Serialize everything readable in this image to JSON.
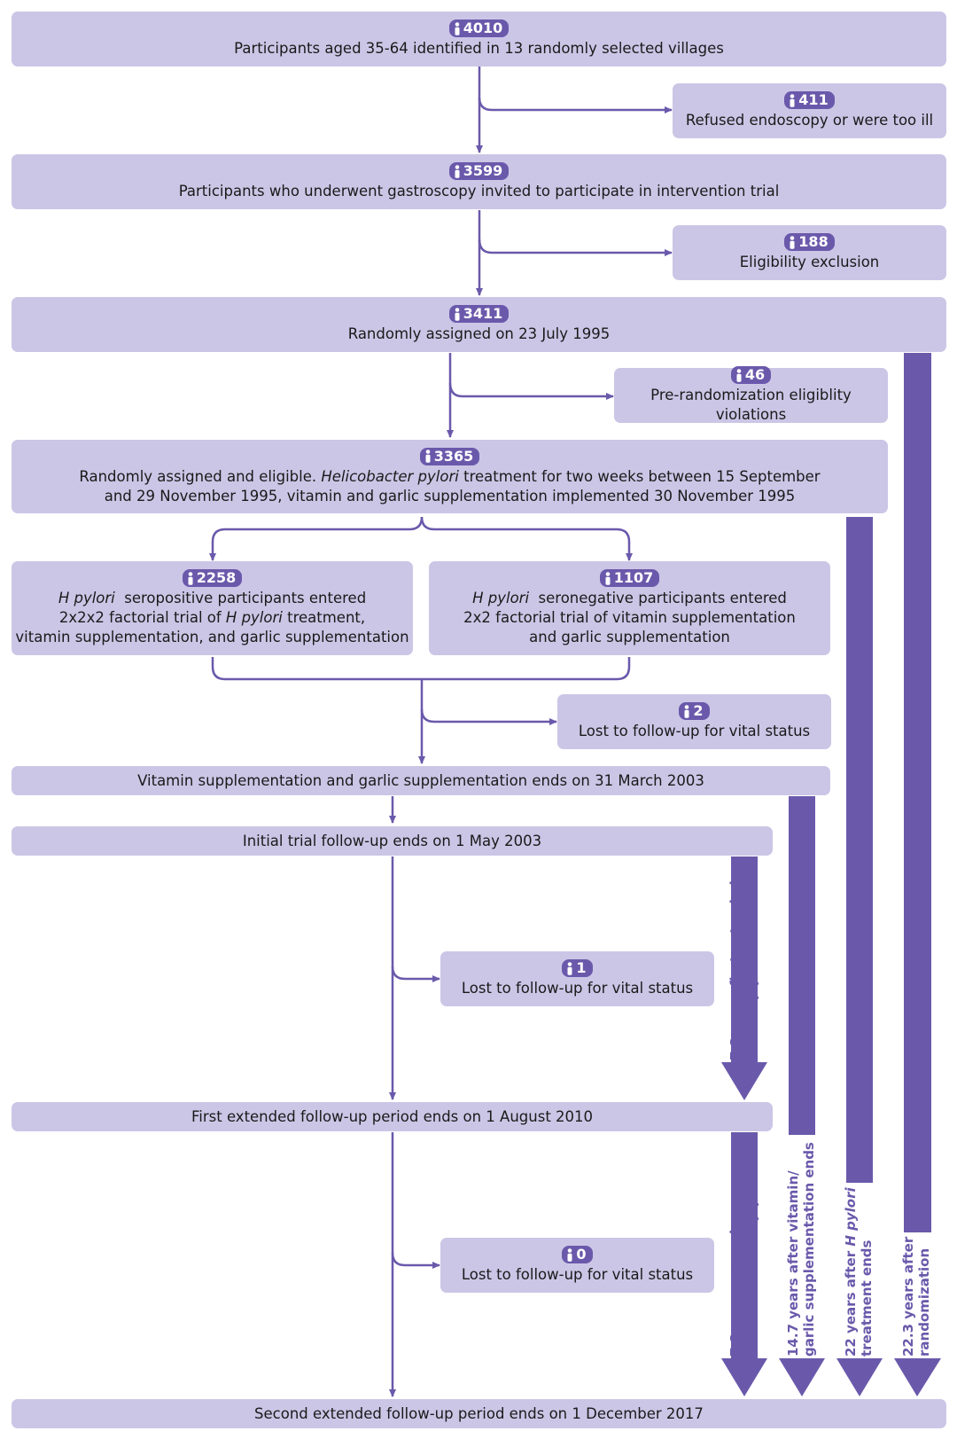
{
  "boxes": {
    "b1": {
      "count": "4010",
      "text": "Participants aged 35-64 identified in 13 randomly selected villages"
    },
    "b2": {
      "count": "411",
      "text": "Refused endoscopy or were too ill"
    },
    "b3": {
      "count": "3599",
      "text": "Participants who underwent gastroscopy invited to participate in intervention trial"
    },
    "b4": {
      "count": "188",
      "text": "Eligibility exclusion"
    },
    "b5": {
      "count": "3411",
      "text": "Randomly assigned on 23 July 1995"
    },
    "b6": {
      "count": "46",
      "text": "Pre-randomization eligiblity violations"
    },
    "b7": {
      "count": "3365",
      "line1_a": "Randomly assigned and eligible. ",
      "line1_i": "Helicobacter pylori",
      "line1_b": " treatment for two weeks between 15 September",
      "line2": "and 29 November 1995, vitamin and garlic supplementation implemented 30 November 1995"
    },
    "b8": {
      "count": "2258",
      "line1_i": "H pylori",
      "line1_b": "  seropositive participants entered",
      "line2_a": "2x2x2 factorial trial of ",
      "line2_i": "H pylori",
      "line2_b": " treatment,",
      "line3": "vitamin supplementation, and garlic supplementation"
    },
    "b9": {
      "count": "1107",
      "line1_i": "H pylori",
      "line1_b": "  seronegative participants entered",
      "line2": "2x2 factorial trial of vitamin supplementation",
      "line3": "and garlic supplementation"
    },
    "b10": {
      "count": "2",
      "text": "Lost to follow-up for vital status"
    },
    "b11": {
      "text": "Vitamin supplementation and garlic supplementation ends on 31 March 2003"
    },
    "b12": {
      "text": "Initial trial follow-up ends on 1 May 2003"
    },
    "b13": {
      "count": "1",
      "text": "Lost to follow-up for vital status"
    },
    "b14": {
      "text": "First extended follow-up period ends on 1 August 2010"
    },
    "b15": {
      "count": "0",
      "text": "Lost to follow-up for vital status"
    },
    "b16": {
      "text": "Second extended follow-up period ends on 1 December 2017"
    }
  },
  "periods": {
    "p1": {
      "line1": "7.3 years first extended",
      "line2": "follow-up period"
    },
    "p2": {
      "line1": "7.3 years second",
      "line2": "extended follow-up period"
    },
    "p3": {
      "line1": "14.7 years after vitamin/",
      "line2": "garlic supplementation ends"
    },
    "p4": {
      "line1_a": "22 years after ",
      "line1_i": "H pylori",
      "line2": "treatment ends"
    },
    "p5": {
      "line1": "22.3 years after",
      "line2": "randomization"
    }
  },
  "colors": {
    "box": "#cbc6e6",
    "accent": "#6a59ab"
  },
  "icons": {
    "badge": "person-icon"
  }
}
